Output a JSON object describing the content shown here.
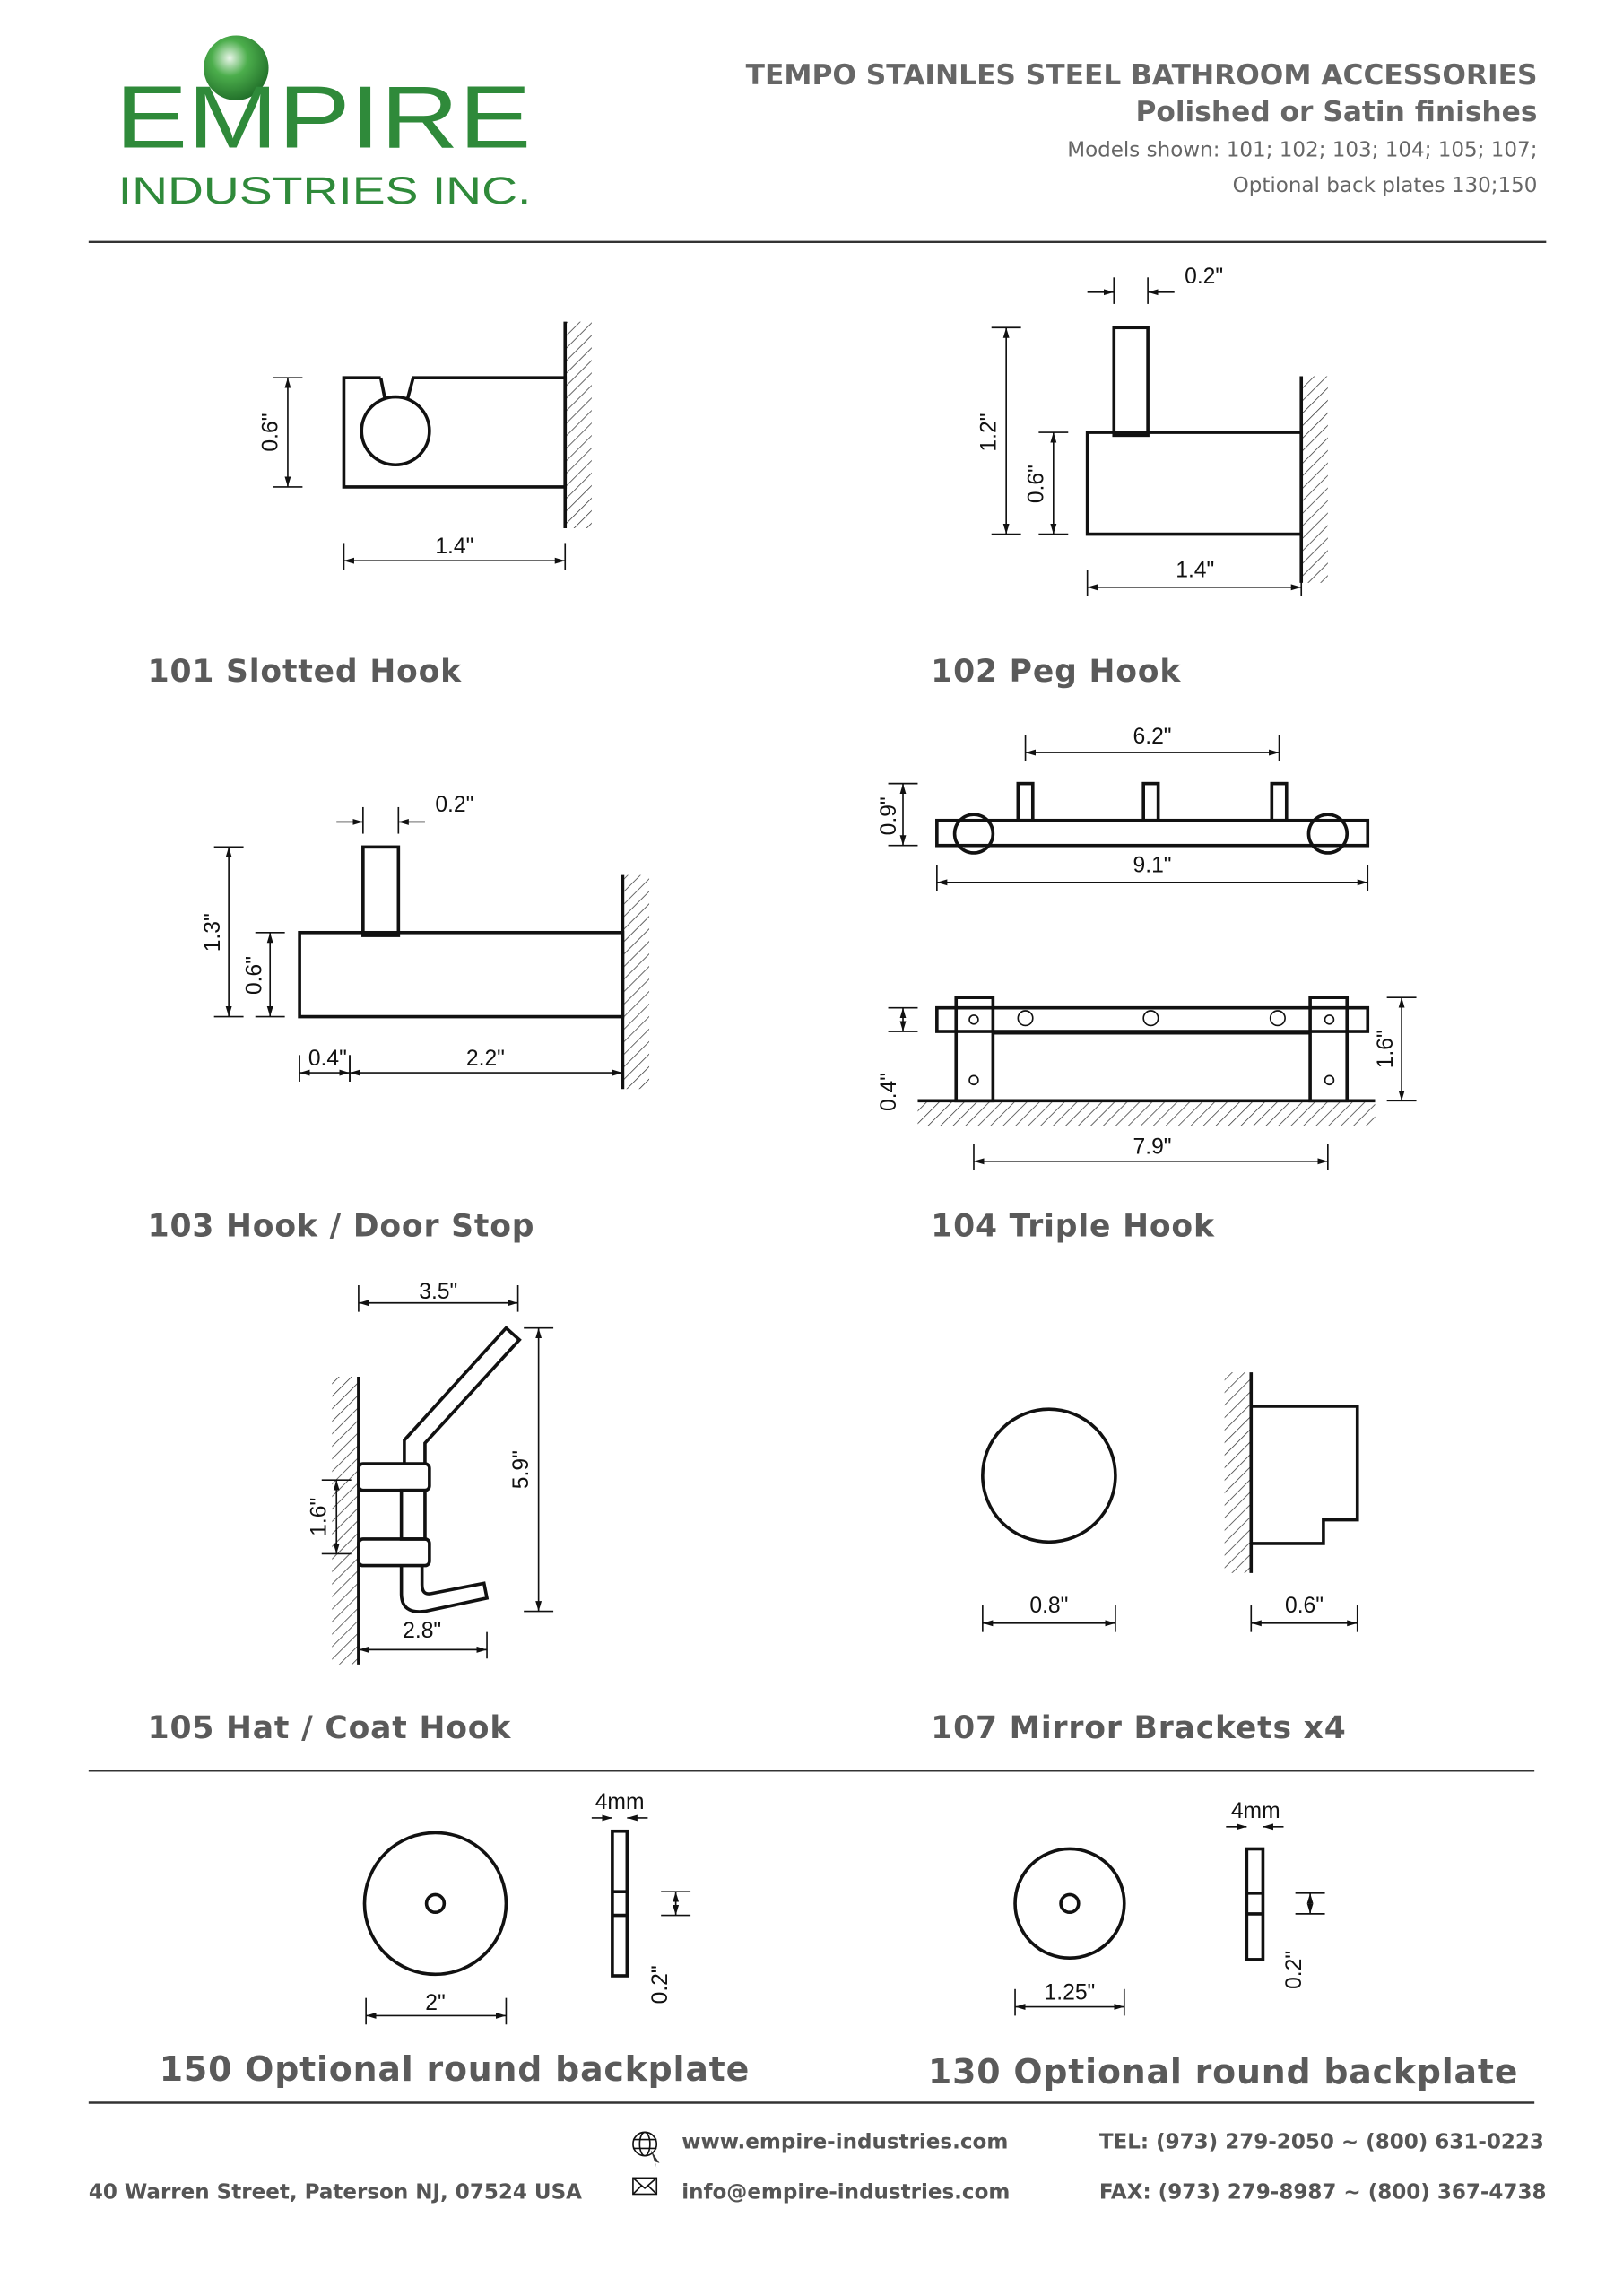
{
  "header": {
    "logo_main": "EMPIRE",
    "logo_sub": "INDUSTRIES INC.",
    "title": "TEMPO STAINLES STEEL BATHROOM ACCESSORIES",
    "subtitle": "Polished or Satin finishes",
    "models": "Models shown: 101; 102; 103; 104; 105; 107;",
    "backplates": "Optional back plates 130;150"
  },
  "products": {
    "p101": {
      "label": "101 Slotted Hook",
      "h": "0.6\"",
      "w": "1.4\""
    },
    "p102": {
      "label": "102 Peg Hook",
      "peg": "0.2\"",
      "total_h": "1.2\"",
      "h": "0.6\"",
      "w": "1.4\""
    },
    "p103": {
      "label": "103 Hook / Door Stop",
      "peg": "0.2\"",
      "total_h": "1.3\"",
      "h": "0.6\"",
      "offset": "0.4\"",
      "w": "2.2\""
    },
    "p104": {
      "label": "104 Triple Hook",
      "spacing": "6.2\"",
      "w": "9.1\"",
      "h": "0.9\"",
      "depth": "0.4\"",
      "side_h": "1.6\"",
      "inner_w": "7.9\""
    },
    "p105": {
      "label": "105 Hat / Coat Hook",
      "top_w": "3.5\"",
      "h": "5.9\"",
      "mount": "1.6\"",
      "bottom_w": "2.8\""
    },
    "p107": {
      "label": "107 Mirror Brackets x4",
      "dia": "0.8\"",
      "depth": "0.6\""
    },
    "p150": {
      "label": "150 Optional round backplate",
      "thick": "4mm",
      "dia": "2\"",
      "hole": "0.2\""
    },
    "p130": {
      "label": "130 Optional round backplate",
      "thick": "4mm",
      "dia": "1.25\"",
      "hole": "0.2\""
    }
  },
  "footer": {
    "address": "40 Warren Street, Paterson NJ, 07524 USA",
    "website": "www.empire-industries.com",
    "email": "info@empire-industries.com",
    "tel": "TEL: (973) 279-2050 ~ (800) 631-0223",
    "fax": "FAX: (973) 279-8987 ~ (800) 367-4738"
  },
  "colors": {
    "brand_green": "#2f8a3a",
    "text_gray": "#5a5a5a"
  }
}
